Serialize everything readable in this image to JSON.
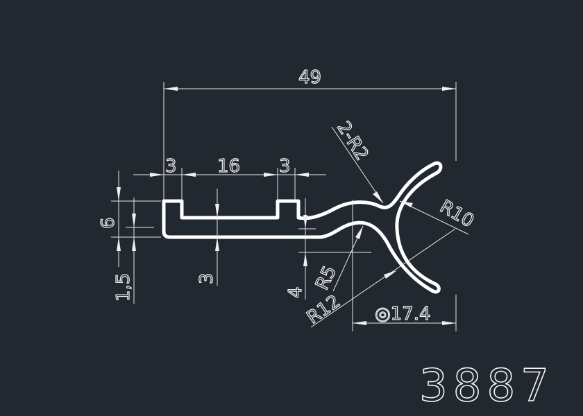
{
  "drawing": {
    "part_number": "3887",
    "dimensions": {
      "overall_width": "49",
      "left_flange": "3",
      "channel_width": "16",
      "right_flange": "3",
      "height": "6",
      "base_thickness": "1,5",
      "channel_depth": "3",
      "offset": "4",
      "fillet_radii": "2-R2",
      "arc_radius": "R10",
      "neck_radius": "R5",
      "outer_radius": "R12",
      "diameter": "◎17.4"
    },
    "colors": {
      "background": "#212830",
      "line": "#ffffff"
    }
  }
}
